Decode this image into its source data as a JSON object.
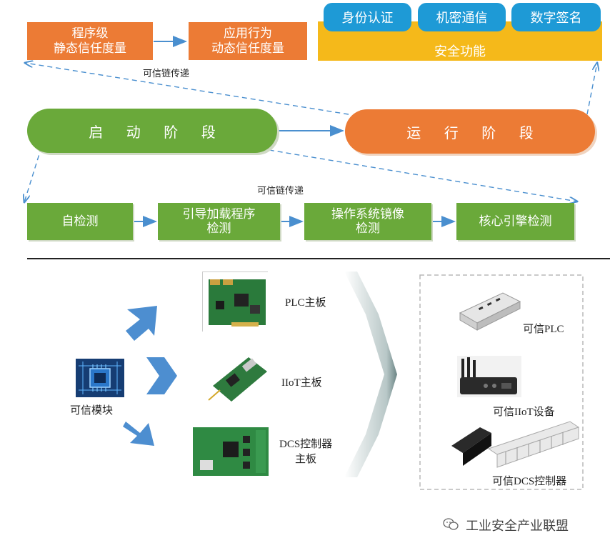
{
  "top": {
    "program_level": [
      "程序级",
      "静态信任度量"
    ],
    "behavior_level": [
      "应用行为",
      "动态信任度量"
    ],
    "security_tabs": [
      "身份认证",
      "机密通信",
      "数字签名"
    ],
    "security_function": "安全功能",
    "chain_label_upper": "可信链传递",
    "boot_stage": [
      "启",
      "动",
      "阶",
      "段"
    ],
    "run_stage": [
      "运",
      "行",
      "阶",
      "段"
    ],
    "chain_label_lower": "可信链传递",
    "steps": [
      [
        "自检测"
      ],
      [
        "引导加载程序",
        "检测"
      ],
      [
        "操作系统镜像",
        "检测"
      ],
      [
        "核心引擎检测"
      ]
    ]
  },
  "bottom": {
    "module_label": "可信模块",
    "boards": [
      {
        "label": [
          "PLC主板"
        ]
      },
      {
        "label": [
          "IIoT主板"
        ]
      },
      {
        "label": [
          "DCS控制器",
          "主板"
        ]
      }
    ],
    "products": [
      {
        "label": "可信PLC"
      },
      {
        "label": "可信IIoT设备"
      },
      {
        "label": "可信DCS控制器"
      }
    ],
    "watermark": "工业安全产业联盟"
  },
  "colors": {
    "orange": "#ec7b35",
    "green": "#6aa93a",
    "yellow": "#f5b91a",
    "blue": "#1e9ad6",
    "arrow": "#3b82c4"
  }
}
